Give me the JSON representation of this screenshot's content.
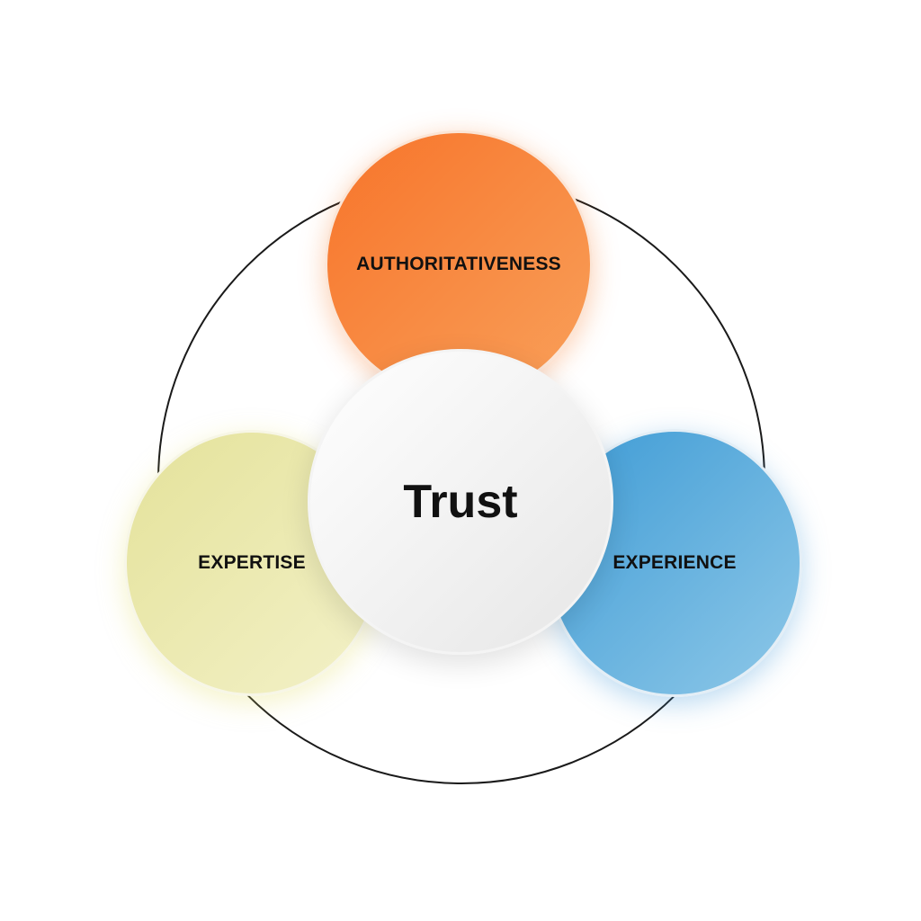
{
  "diagram": {
    "center": {
      "label": "Trust",
      "gradient": [
        "#ffffff",
        "#e6e6e6"
      ]
    },
    "outer": [
      {
        "id": "authoritativeness",
        "label": "AUTHORITATIVENESS",
        "gradient": [
          "#f7742a",
          "#f9a05a"
        ]
      },
      {
        "id": "expertise",
        "label": "EXPERTISE",
        "gradient": [
          "#e4e29a",
          "#f3f1c8"
        ]
      },
      {
        "id": "experience",
        "label": "EXPERIENCE",
        "gradient": [
          "#3e9bd5",
          "#8ec8e8"
        ]
      }
    ],
    "ring_color": "#1a1a1a"
  }
}
